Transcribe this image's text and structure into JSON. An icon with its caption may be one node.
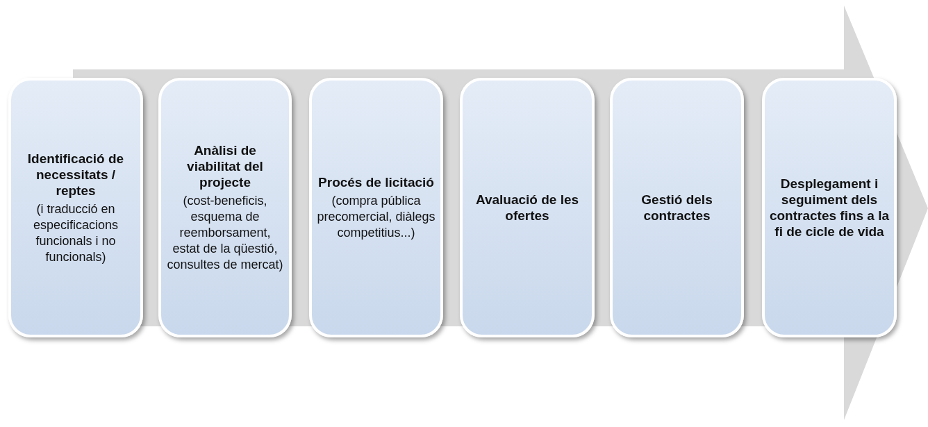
{
  "diagram": {
    "nodes": [
      {
        "text": [
          "Identificació de necessitats / reptes",
          "(i traducció en especificacions funcionals i no funcionals)"
        ]
      },
      {
        "text": [
          "Anàlisi de viabilitat del projecte",
          "(cost-beneficis, esquema de reemborsament, estat de la qüestió, consultes de mercat)"
        ]
      },
      {
        "text": [
          "Procés de licitació",
          "(compra pública precomercial, diàlegs competitius...)"
        ]
      },
      {
        "text": [
          "Avaluació de les ofertes"
        ]
      },
      {
        "text": [
          "Gestió dels contractes"
        ]
      },
      {
        "text": [
          "Desplegament i seguiment dels contractes fins a la fi de cicle de vida"
        ]
      }
    ]
  }
}
